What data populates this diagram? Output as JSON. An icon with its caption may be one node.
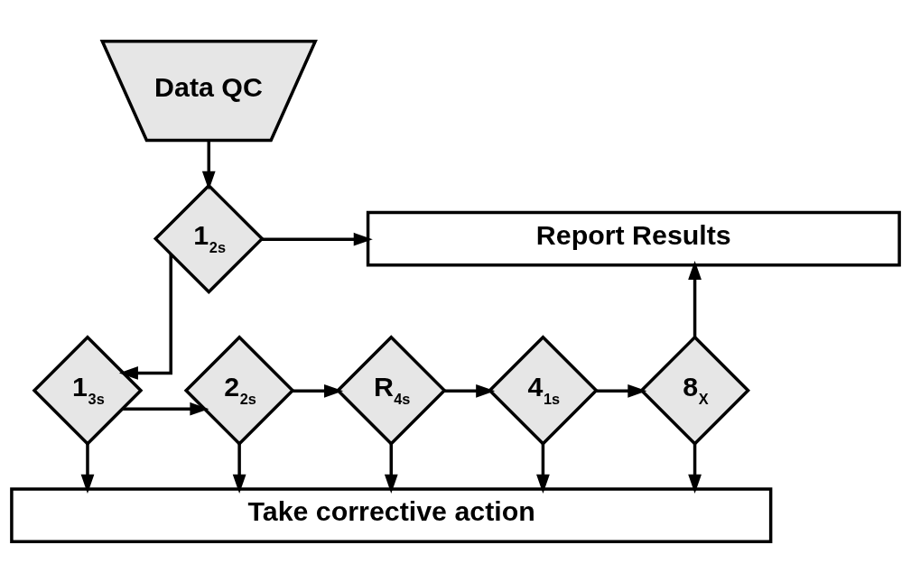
{
  "diagram": {
    "nodes": [
      {
        "text": [
          "Data QC"
        ]
      },
      {
        "text": [
          "1$_{2s}$"
        ]
      },
      {
        "text": [
          "Report Results"
        ]
      },
      {
        "text": [
          "1$_{3s}$"
        ]
      },
      {
        "text": [
          "2$_{2s}$"
        ]
      },
      {
        "text": [
          "R$_{4s}$"
        ]
      },
      {
        "text": [
          "4$_{1s}$"
        ]
      },
      {
        "text": [
          "8$_{X}$"
        ]
      },
      {
        "text": [
          "Take corrective action"
        ]
      }
    ],
    "edges": [
      {
        "from": 0,
        "to": 1,
        "arrow": "to"
      },
      {
        "from": 1,
        "to": 2,
        "arrow": "to"
      },
      {
        "from": 1,
        "to": 3,
        "arrow": "to"
      },
      {
        "from": 3,
        "to": 4,
        "arrow": "to"
      },
      {
        "from": 4,
        "to": 5,
        "arrow": "to"
      },
      {
        "from": 5,
        "to": 6,
        "arrow": "to"
      },
      {
        "from": 6,
        "to": 7,
        "arrow": "to"
      },
      {
        "from": 7,
        "to": 2,
        "arrow": "to"
      },
      {
        "from": 3,
        "to": 8,
        "arrow": "to"
      },
      {
        "from": 4,
        "to": 8,
        "arrow": "to"
      },
      {
        "from": 5,
        "to": 8,
        "arrow": "to"
      },
      {
        "from": 6,
        "to": 8,
        "arrow": "to"
      },
      {
        "from": 7,
        "to": 8,
        "arrow": "to"
      }
    ]
  }
}
